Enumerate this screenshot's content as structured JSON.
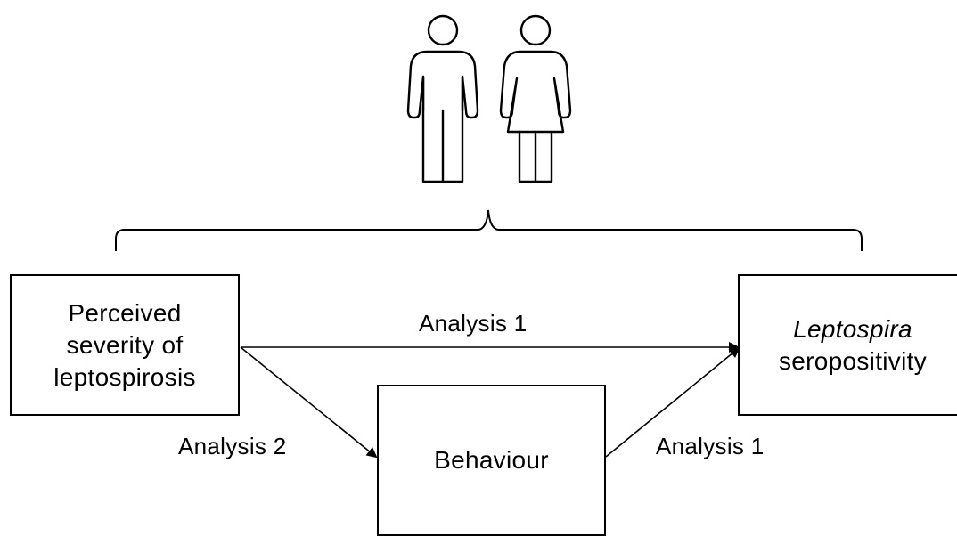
{
  "icons": [
    "man-icon",
    "woman-icon"
  ],
  "nodes": {
    "perceived": {
      "lines": [
        "Perceived",
        "severity of",
        "leptospirosis"
      ]
    },
    "leptospira": {
      "line1_italic": "Leptospira",
      "line2": "seropositivity"
    },
    "behaviour": {
      "label": "Behaviour"
    }
  },
  "edges": {
    "perceived_to_leptospira": "Analysis 1",
    "perceived_to_behaviour": "Analysis 2",
    "behaviour_to_leptospira": "Analysis 1"
  }
}
